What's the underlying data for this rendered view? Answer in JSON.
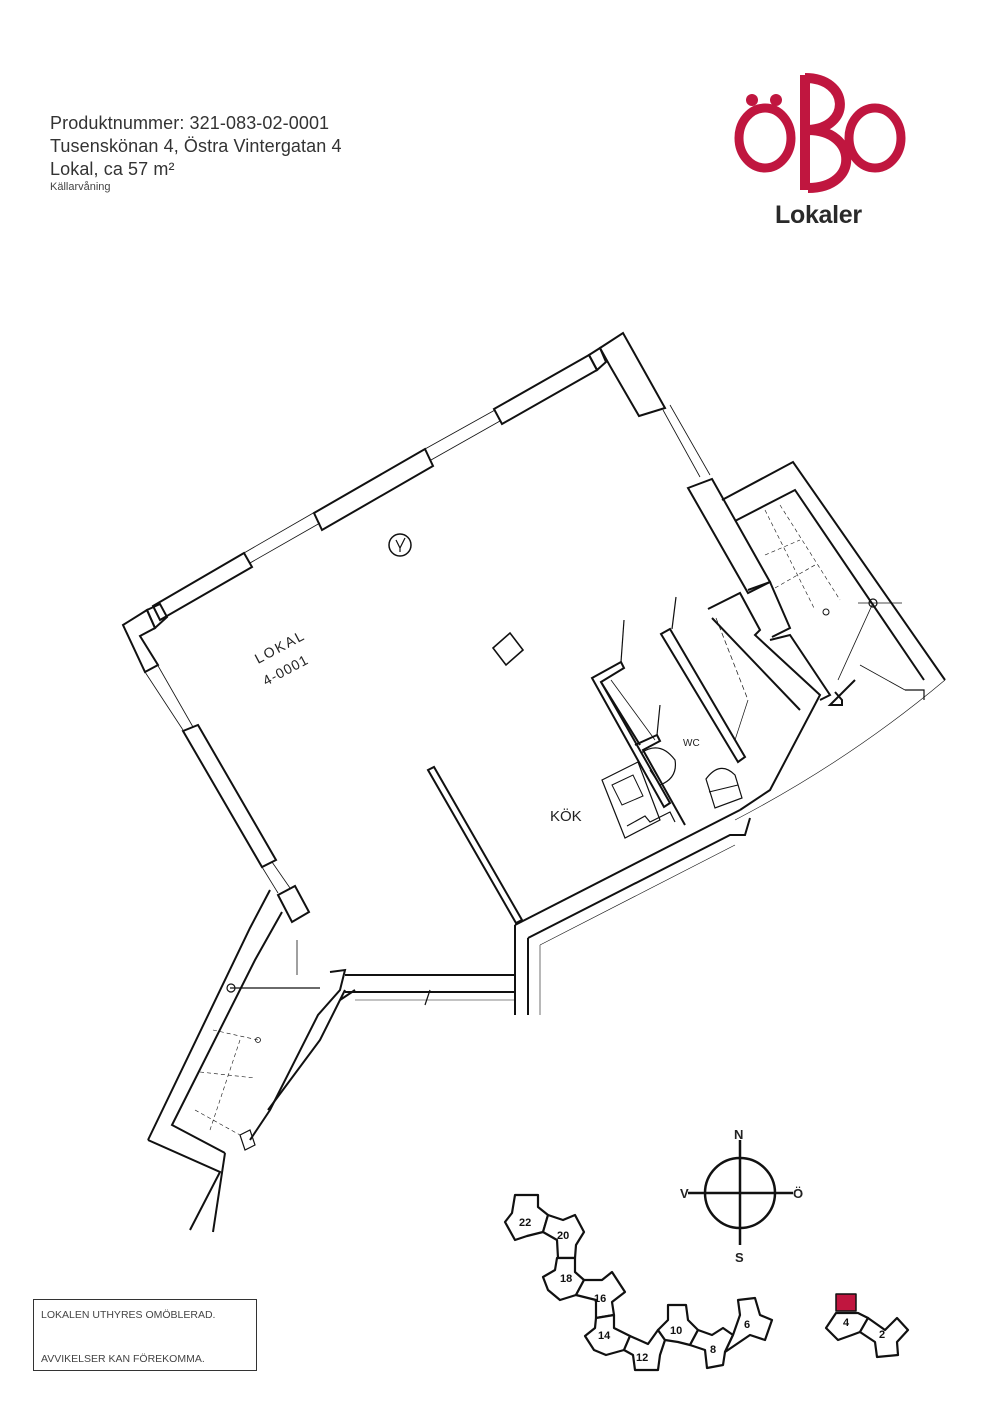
{
  "header": {
    "product_number": "Produktnummer: 321-083-02-0001",
    "address": "Tusenskönan 4, Östra Vintergatan 4",
    "premises": "Lokal, ca 57 m²",
    "floor": "Källarvåning"
  },
  "logo": {
    "mark": "öBo",
    "caption": "Lokaler",
    "brand_color": "#c0163f"
  },
  "floor_plan": {
    "room_label": "LOKAL",
    "room_number": "4-0001",
    "kitchen_label": "KÖK",
    "wc_label": "WC",
    "wall_color": "#111111"
  },
  "compass": {
    "north": "N",
    "south": "S",
    "west": "V",
    "east": "Ö"
  },
  "site_map": {
    "building_numbers": [
      "22",
      "20",
      "18",
      "16",
      "14",
      "12",
      "10",
      "8",
      "6",
      "4",
      "2"
    ],
    "highlighted": "4",
    "highlight_color": "#c0163f"
  },
  "notice": {
    "line1": "LOKALEN UTHYRES OMÖBLERAD.",
    "line2": "AVVIKELSER KAN FÖREKOMMA."
  }
}
